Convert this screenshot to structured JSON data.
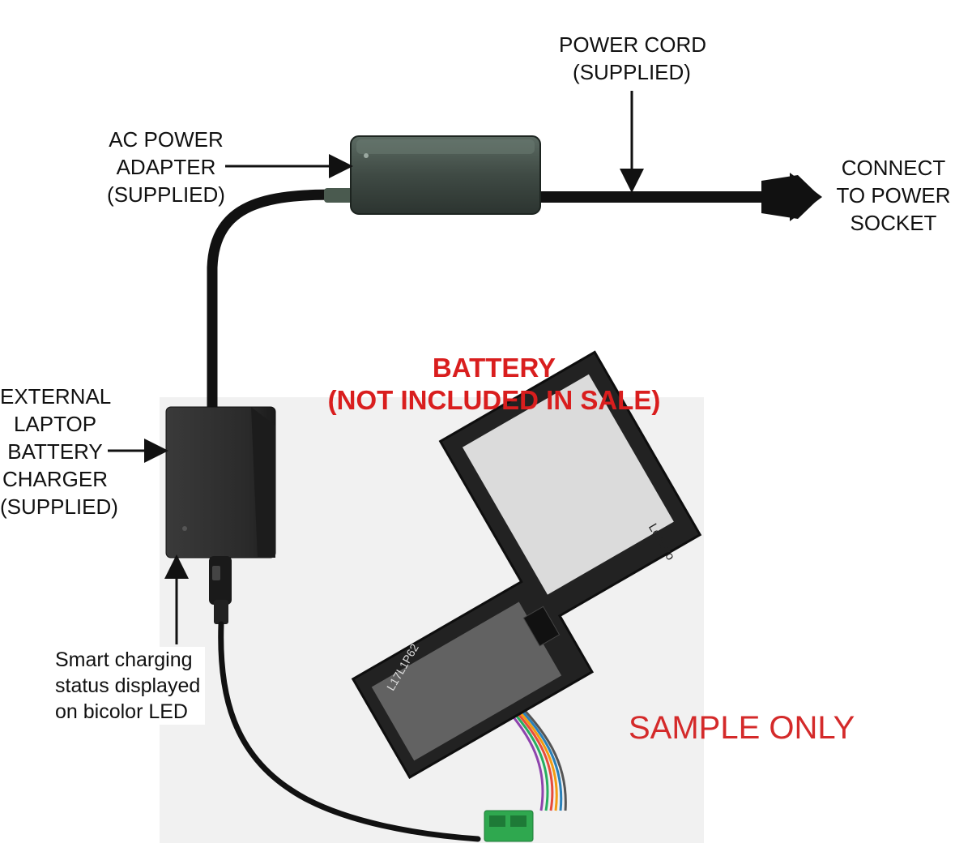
{
  "labels": {
    "power_cord": [
      "POWER CORD",
      "(SUPPLIED)"
    ],
    "ac_adapter": [
      "AC POWER",
      "ADAPTER",
      "(SUPPLIED)"
    ],
    "connect": [
      "CONNECT",
      "TO POWER",
      "SOCKET"
    ],
    "charger": [
      "EXTERNAL",
      "LAPTOP",
      "BATTERY",
      "CHARGER",
      "(SUPPLIED)"
    ],
    "battery": [
      "BATTERY",
      "(NOT INCLUDED IN SALE)"
    ],
    "led_caption": [
      "Smart charging",
      "status displayed",
      "on bicolor LED"
    ],
    "sample": "SAMPLE ONLY"
  },
  "battery_brand": "Lenovo",
  "battery_model": "L17L1P62",
  "colors": {
    "title_red": "#d91e1e",
    "arrow": "#111111",
    "adapter": "#3f4a44",
    "charger": "#2b2b2b",
    "connector_green": "#2fa84f",
    "photo_bg": "#f2f2f2"
  }
}
